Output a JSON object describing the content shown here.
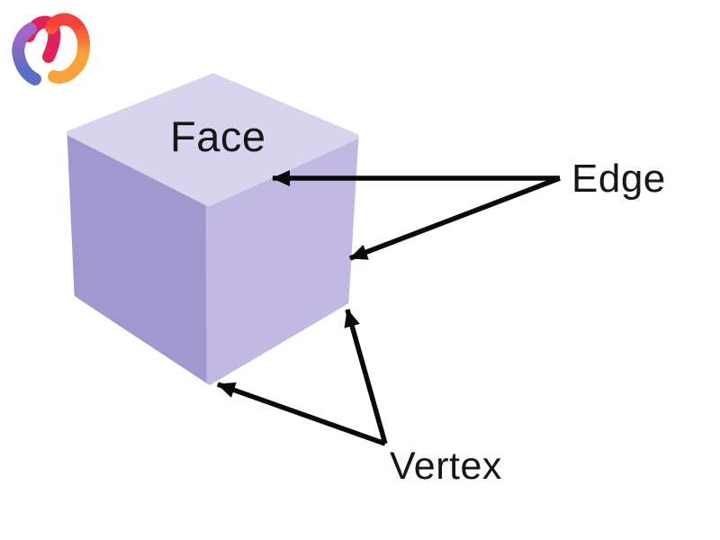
{
  "page": {
    "background": "#ffffff"
  },
  "logo": {
    "name": "mashup-math-logo",
    "colors": {
      "purple": "#a565c8",
      "blue": "#5a6ec6",
      "crimson": "#e02258",
      "red": "#f6413a",
      "orange": "#f9a33c"
    }
  },
  "diagram": {
    "labels": {
      "face": "Face",
      "edge": "Edge",
      "vertex": "Vertex"
    },
    "cube": {
      "colors": {
        "top": "#d8d4ee",
        "left": "#a198d0",
        "right": "#c1b9e1"
      }
    },
    "arrow_color": "#0a0a0a",
    "text_color": "#161616"
  }
}
